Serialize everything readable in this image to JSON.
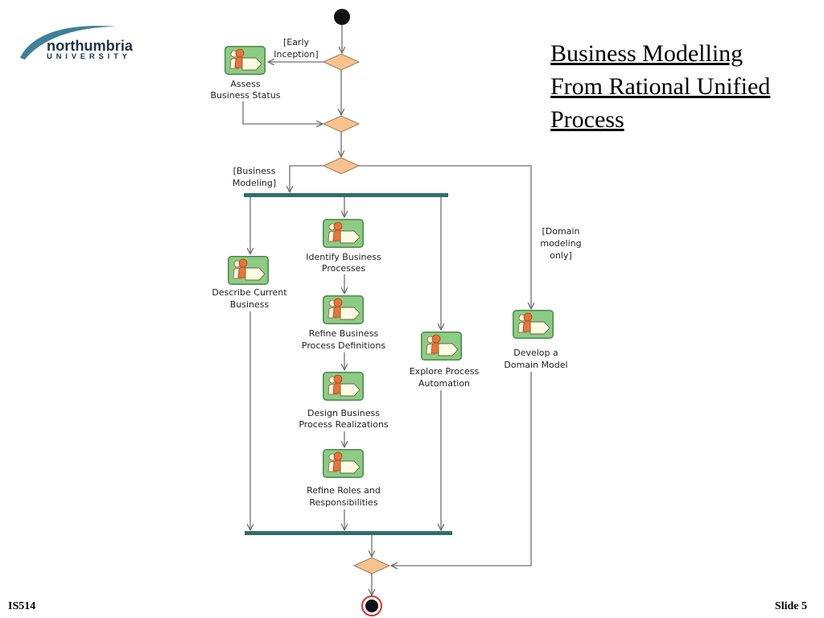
{
  "logo": {
    "name": "northumbria",
    "subtitle": "UNIVERSITY"
  },
  "title": {
    "lines": [
      "Business Modelling",
      "From Rational Unified",
      "Process"
    ]
  },
  "footer": {
    "course_code": "IS514",
    "slide_label": "Slide 5"
  },
  "diagram": {
    "icon": "workflow-detail-icon",
    "activities": [
      {
        "label_lines": [
          "Assess",
          "Business Status"
        ]
      },
      {
        "label_lines": [
          "Identify Business",
          "Processes"
        ]
      },
      {
        "label_lines": [
          "Refine Business",
          "Process Definitions"
        ]
      },
      {
        "label_lines": [
          "Design Business",
          "Process Realizations"
        ]
      },
      {
        "label_lines": [
          "Refine Roles and",
          "Responsibilities"
        ]
      },
      {
        "label_lines": [
          "Describe Current",
          "Business"
        ]
      },
      {
        "label_lines": [
          "Explore Process",
          "Automation"
        ]
      },
      {
        "label_lines": [
          "Develop a",
          "Domain Model"
        ]
      }
    ],
    "guards": [
      {
        "lines": [
          "[Early",
          "Inception]"
        ]
      },
      {
        "lines": [
          "[Business",
          "Modeling]"
        ]
      },
      {
        "lines": [
          "[Domain",
          "modeling",
          "only]"
        ]
      }
    ]
  },
  "colors": {
    "activity_fill": "#8ccc86",
    "decision_fill": "#f7c28e",
    "sync_bar": "#2f6e6e",
    "end_ring": "#d8342c",
    "logo_swoosh": "#3f7f9b",
    "logo_text": "#1d3246"
  }
}
